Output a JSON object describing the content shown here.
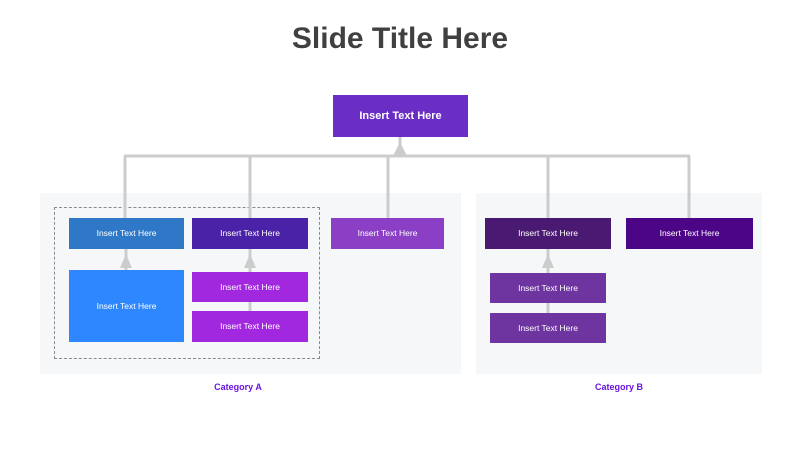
{
  "title": "Slide Title Here",
  "colors": {
    "root": "#6a2ec6",
    "a1_head": "#2f78c8",
    "a1_child": "#2e87ff",
    "a2_head": "#4a22a8",
    "a2_child": "#a228e0",
    "a3_head": "#8a3fc4",
    "b1_head": "#4a1a72",
    "b1_child": "#6e34a0",
    "b2_head": "#4c0587",
    "category": "#6b12e0",
    "connector": "#cccccc"
  },
  "diagram": {
    "root": "Insert Text Here",
    "a1": {
      "head": "Insert Text Here",
      "child": "Insert Text Here"
    },
    "a2": {
      "head": "Insert Text Here",
      "child1": "Insert Text Here",
      "child2": "Insert Text Here"
    },
    "a3": {
      "head": "Insert Text Here"
    },
    "b1": {
      "head": "Insert Text Here",
      "child1": "Insert Text Here",
      "child2": "Insert Text Here"
    },
    "b2": {
      "head": "Insert Text Here"
    }
  },
  "categories": {
    "a": "Category A",
    "b": "Category B"
  }
}
